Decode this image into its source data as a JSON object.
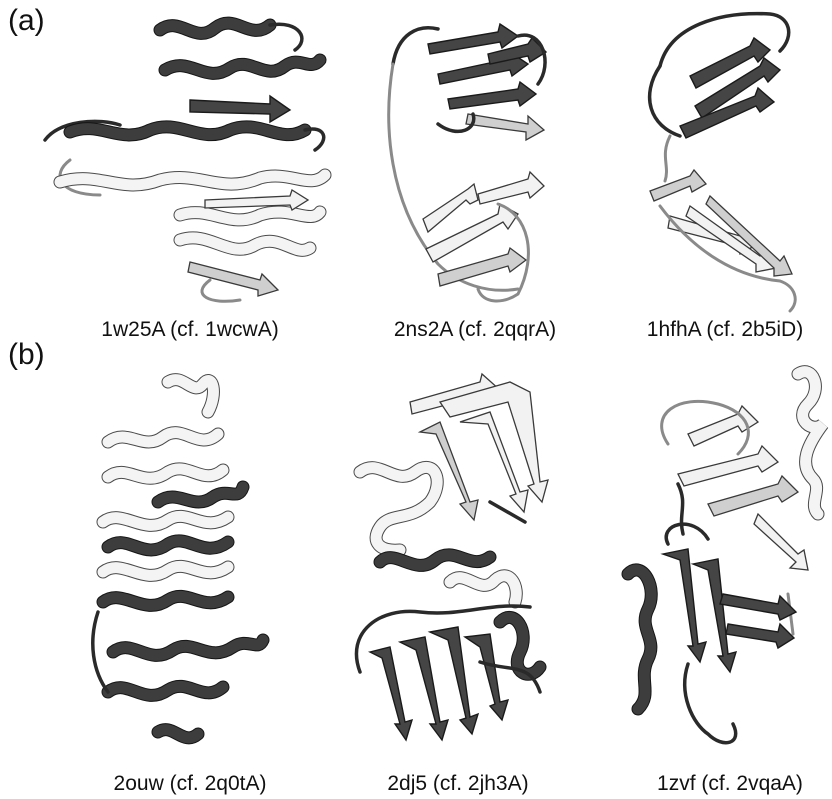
{
  "panels": [
    {
      "label": "(a)",
      "structures": [
        {
          "caption": "1w25A (cf. 1wcwA)"
        },
        {
          "caption": "2ns2A (cf. 2qqrA)"
        },
        {
          "caption": "1hfhA (cf. 2b5iD)"
        }
      ]
    },
    {
      "label": "(b)",
      "structures": [
        {
          "caption": "2ouw (cf. 2q0tA)"
        },
        {
          "caption": "2dj5 (cf. 2jh3A)"
        },
        {
          "caption": "1zvf (cf. 2vqaA)"
        }
      ]
    }
  ],
  "colors": {
    "dark_domain": "#454545",
    "light_domain": "#f2f2f2",
    "background": "#ffffff"
  }
}
